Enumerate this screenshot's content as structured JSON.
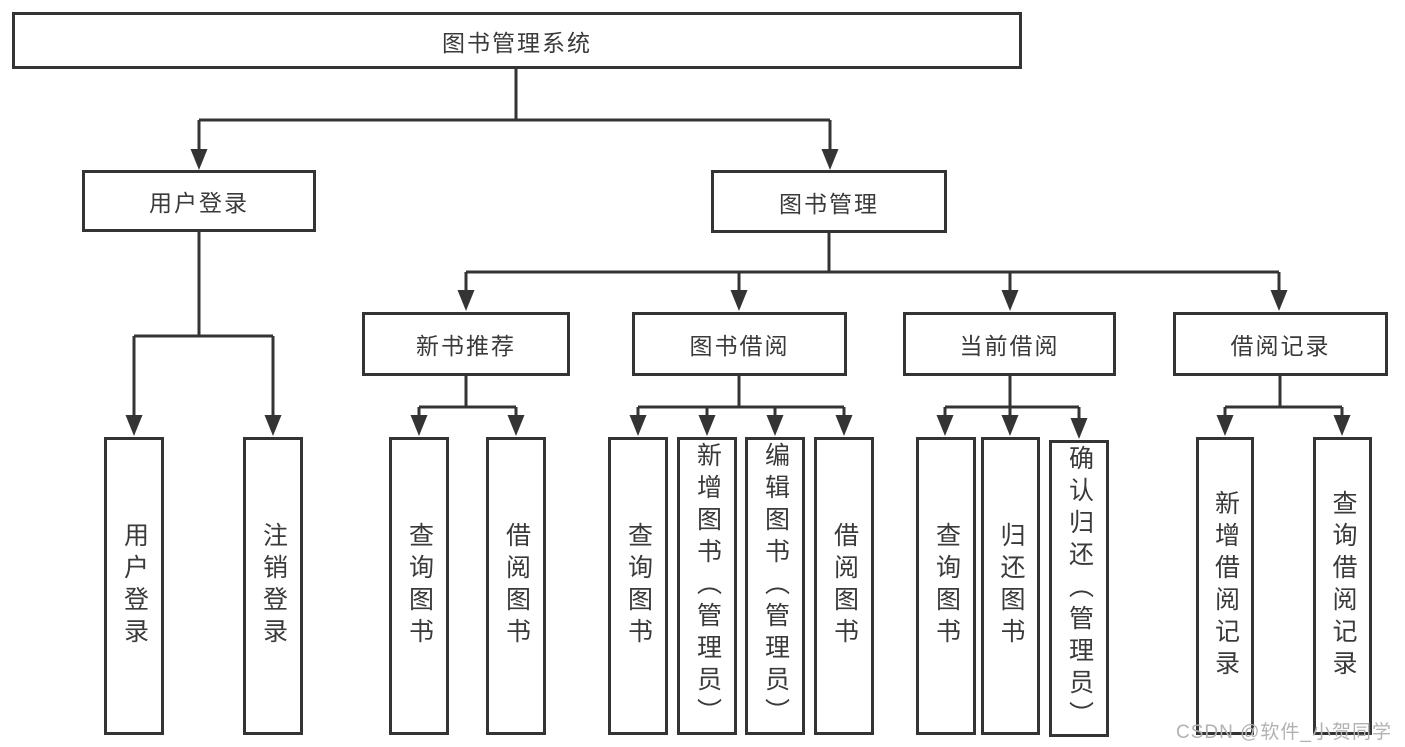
{
  "tree": {
    "label": "图书管理系统",
    "children": [
      {
        "label": "用户登录",
        "children": [
          {
            "label": "用户登录"
          },
          {
            "label": "注销登录"
          }
        ]
      },
      {
        "label": "图书管理",
        "children": [
          {
            "label": "新书推荐",
            "children": [
              {
                "label": "查询图书"
              },
              {
                "label": "借阅图书"
              }
            ]
          },
          {
            "label": "图书借阅",
            "children": [
              {
                "label": "查询图书"
              },
              {
                "label": "新增图书（管理员）"
              },
              {
                "label": "编辑图书（管理员）"
              },
              {
                "label": "借阅图书"
              }
            ]
          },
          {
            "label": "当前借阅",
            "children": [
              {
                "label": "查询图书"
              },
              {
                "label": "归还图书"
              },
              {
                "label": "确认归还（管理员）"
              }
            ]
          },
          {
            "label": "借阅记录",
            "children": [
              {
                "label": "新增借阅记录"
              },
              {
                "label": "查询借阅记录"
              }
            ]
          }
        ]
      }
    ]
  },
  "watermark": {
    "text": "CSDN @软件_小贺同学"
  },
  "colors": {
    "line": "#343434",
    "text": "#3a3a3a",
    "watermark": "#b2b2b2",
    "background": "#ffffff"
  }
}
